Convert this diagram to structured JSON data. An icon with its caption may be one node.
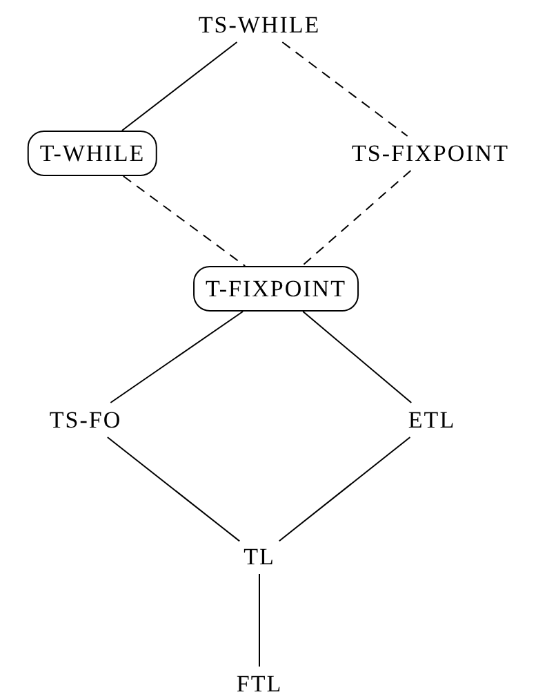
{
  "diagram": {
    "nodes": [
      {
        "text": [
          "TS-WHILE"
        ]
      },
      {
        "text": [
          "T-WHILE"
        ]
      },
      {
        "text": [
          "TS-FIXPOINT"
        ]
      },
      {
        "text": [
          "T-FIXPOINT"
        ]
      },
      {
        "text": [
          "TS-FO"
        ]
      },
      {
        "text": [
          "ETL"
        ]
      },
      {
        "text": [
          "TL"
        ]
      },
      {
        "text": [
          "FTL"
        ]
      }
    ],
    "edges": [
      {
        "from": 0,
        "to": 1,
        "arrow": "none"
      },
      {
        "from": 0,
        "to": 2,
        "arrow": "none",
        "style": "dashed"
      },
      {
        "from": 1,
        "to": 3,
        "arrow": "none",
        "style": "dashed"
      },
      {
        "from": 2,
        "to": 3,
        "arrow": "none",
        "style": "dashed"
      },
      {
        "from": 3,
        "to": 4,
        "arrow": "none"
      },
      {
        "from": 3,
        "to": 5,
        "arrow": "none"
      },
      {
        "from": 4,
        "to": 6,
        "arrow": "none"
      },
      {
        "from": 5,
        "to": 6,
        "arrow": "none"
      },
      {
        "from": 6,
        "to": 7,
        "arrow": "none"
      }
    ]
  }
}
